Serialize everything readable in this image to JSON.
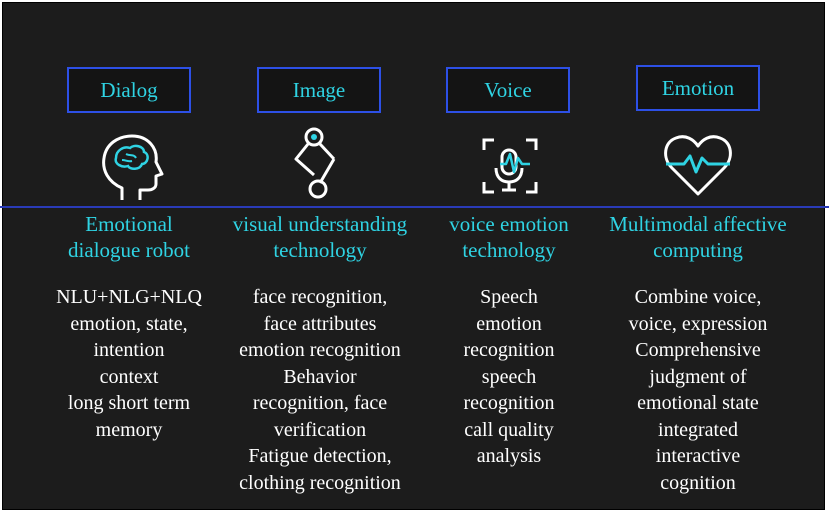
{
  "columns": [
    {
      "label": "Dialog",
      "icon": "brain-head-icon",
      "title": [
        "Emotional",
        "dialogue robot"
      ],
      "items": [
        "NLU+NLG+NLQ",
        "emotion, state,",
        "intention",
        "context",
        "long short term",
        "memory"
      ]
    },
    {
      "label": "Image",
      "icon": "camera-robot-arm-icon",
      "title": [
        "visual understanding",
        "technology"
      ],
      "items": [
        "face recognition,",
        "face attributes",
        "emotion recognition",
        "Behavior",
        "recognition, face",
        "verification",
        "Fatigue detection,",
        "clothing recognition"
      ]
    },
    {
      "label": "Voice",
      "icon": "voice-microphone-icon",
      "title": [
        "voice emotion",
        "technology"
      ],
      "items": [
        "Speech",
        "emotion",
        "recognition",
        "speech",
        "recognition",
        "call quality",
        "analysis"
      ]
    },
    {
      "label": "Emotion",
      "icon": "heart-pulse-icon",
      "title": [
        "Multimodal affective",
        "computing"
      ],
      "items": [
        "Combine voice,",
        "voice, expression",
        "Comprehensive",
        "judgment of",
        "emotional state",
        "integrated",
        "interactive",
        "cognition"
      ]
    }
  ],
  "colors": {
    "background": "#1c1c1c",
    "box_border": "#2d50e6",
    "accent": "#2fd3e3",
    "text": "#ffffff",
    "divider": "#2a3bb8"
  }
}
